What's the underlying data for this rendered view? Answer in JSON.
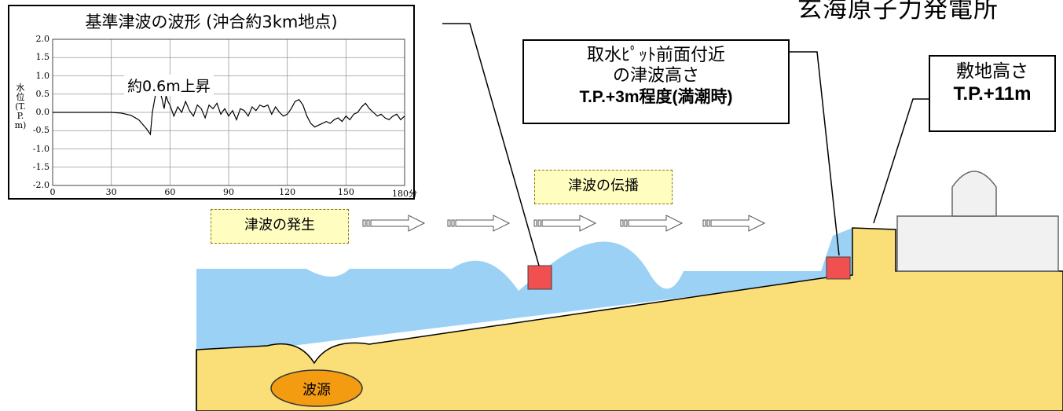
{
  "site_title": "玄海原子力発電所",
  "chart": {
    "title": "基準津波の波形 (沖合約3km地点)",
    "y_axis_label": "水位(T.P.m)",
    "y_ticks": [
      "2.0",
      "1.5",
      "1.0",
      "0.5",
      "0.0",
      "-0.5",
      "-1.0",
      "-1.5",
      "-2.0"
    ],
    "x_ticks": [
      "0",
      "30",
      "60",
      "90",
      "120",
      "150",
      "180"
    ],
    "x_unit": "分",
    "annotation": "約0.6m上昇"
  },
  "chart_data": {
    "type": "line",
    "title": "基準津波の波形 (沖合約3km地点)",
    "ylabel": "水位(T.P.m)",
    "xlabel": "分",
    "xlim": [
      0,
      180
    ],
    "ylim": [
      -2.0,
      2.0
    ],
    "grid": true,
    "series": [
      {
        "x": [
          0,
          10,
          20,
          30,
          35,
          40,
          44,
          48,
          50,
          51,
          52,
          53,
          54,
          55,
          56,
          57,
          58,
          59,
          60,
          62,
          64,
          66,
          68,
          70,
          72,
          74,
          76,
          78,
          80,
          82,
          84,
          86,
          88,
          90,
          92,
          94,
          96,
          98,
          100,
          102,
          104,
          106,
          108,
          110,
          112,
          114,
          116,
          118,
          120,
          122,
          124,
          126,
          128,
          130,
          132,
          134,
          136,
          138,
          140,
          142,
          144,
          146,
          148,
          150,
          152,
          154,
          156,
          158,
          160,
          162,
          164,
          166,
          168,
          170,
          172,
          174,
          176,
          178,
          180
        ],
        "y": [
          0,
          0,
          0,
          0,
          -0.02,
          -0.08,
          -0.2,
          -0.45,
          -0.6,
          0.0,
          0.3,
          0.6,
          0.5,
          0.55,
          0.35,
          0.1,
          0.45,
          0.3,
          0.2,
          -0.1,
          0.15,
          0.0,
          0.3,
          0.05,
          -0.1,
          0.2,
          0.1,
          -0.15,
          0.2,
          0.1,
          0.25,
          -0.05,
          0.1,
          -0.1,
          0.05,
          -0.2,
          0.1,
          0.05,
          -0.1,
          0.15,
          0.05,
          0.2,
          0.15,
          0.2,
          -0.05,
          0.15,
          0.0,
          -0.1,
          -0.05,
          0.1,
          0.3,
          0.35,
          0.2,
          -0.1,
          -0.3,
          -0.4,
          -0.35,
          -0.3,
          -0.25,
          -0.3,
          -0.2,
          -0.15,
          -0.25,
          -0.1,
          -0.2,
          -0.05,
          0.0,
          0.15,
          0.25,
          0.1,
          0.0,
          -0.1,
          -0.05,
          -0.15,
          -0.2,
          -0.1,
          -0.05,
          -0.2,
          -0.1
        ]
      }
    ]
  },
  "callouts": {
    "intake": {
      "line1": "取水ﾋﾟｯﾄ前面付近",
      "line2": "の津波高さ",
      "line3": "T.P.+3m程度(満潮時)"
    },
    "site": {
      "line1": "敷地高さ",
      "line2": "T.P.+11m"
    }
  },
  "tags": {
    "generation": "津波の発生",
    "propagation": "津波の伝播",
    "source": "波源"
  },
  "colors": {
    "sea": "#9bd1f5",
    "ground": "#fadf78",
    "marker": "#f05050",
    "tag_bg": "#fffdc0",
    "source": "#f39c12"
  }
}
